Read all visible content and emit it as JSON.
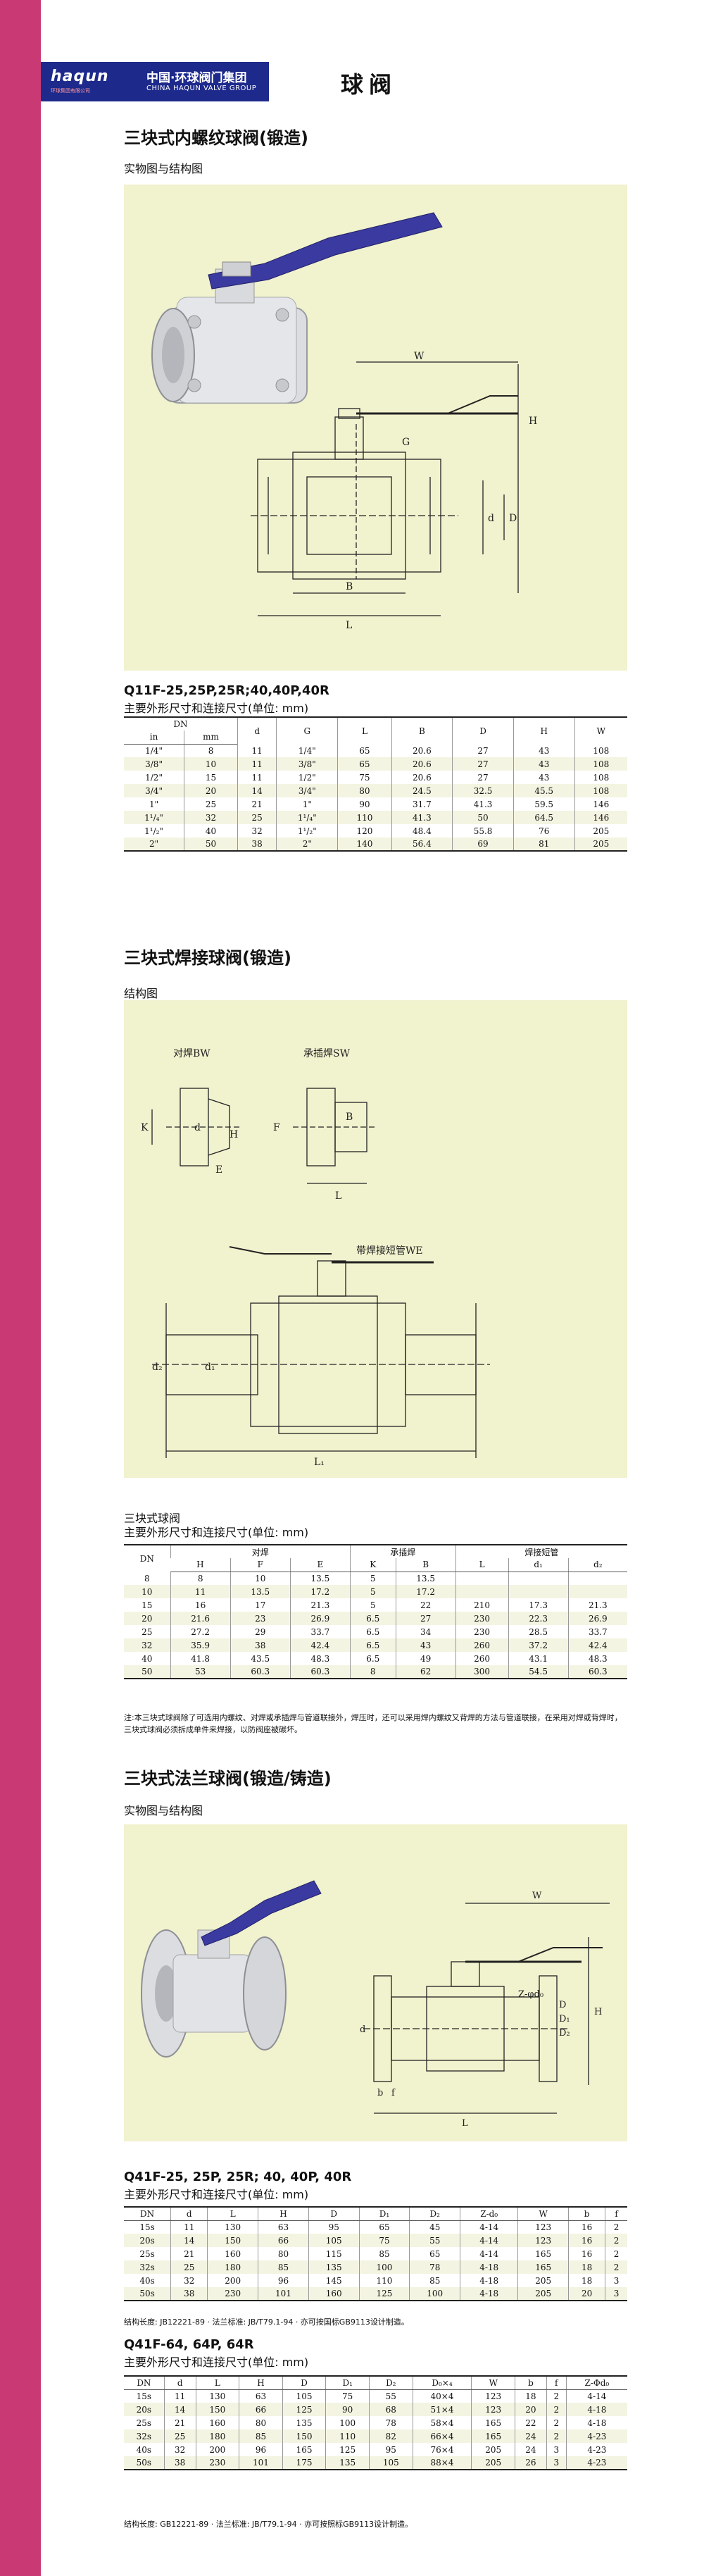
{
  "colors": {
    "sidebar": "#c93a74",
    "header": "#1d2a8c",
    "panel": "#f1f2ce",
    "handle": "#3a3aa0"
  },
  "header": {
    "logo": "haqun",
    "logo_sub": "环球集团有限公司",
    "company_cn": "中国·环球阀门集团",
    "company_en": "CHINA HAQUN VALVE GROUP",
    "title": "球阀"
  },
  "s1": {
    "title": "三块式内螺纹球阀(锻造)",
    "sub": "实物图与结构图",
    "dims": {
      "W": "W",
      "H": "H",
      "G": "G",
      "D": "D",
      "d": "d",
      "B": "B",
      "L": "L"
    },
    "model": "Q11F-25,25P,25R;40,40P,40R",
    "caption": "主要外形尺寸和连接尺寸(单位: mm)",
    "table": {
      "dn": "DN",
      "in": "in",
      "mm": "mm",
      "cols": [
        "d",
        "G",
        "L",
        "B",
        "D",
        "H",
        "W"
      ],
      "rows": [
        [
          "1/4\"",
          "8",
          "11",
          "1/4\"",
          "65",
          "20.6",
          "27",
          "43",
          "108"
        ],
        [
          "3/8\"",
          "10",
          "11",
          "3/8\"",
          "65",
          "20.6",
          "27",
          "43",
          "108"
        ],
        [
          "1/2\"",
          "15",
          "11",
          "1/2\"",
          "75",
          "20.6",
          "27",
          "43",
          "108"
        ],
        [
          "3/4\"",
          "20",
          "14",
          "3/4\"",
          "80",
          "24.5",
          "32.5",
          "45.5",
          "108"
        ],
        [
          "1\"",
          "25",
          "21",
          "1\"",
          "90",
          "31.7",
          "41.3",
          "59.5",
          "146"
        ],
        [
          "1¹/₄\"",
          "32",
          "25",
          "1¹/₄\"",
          "110",
          "41.3",
          "50",
          "64.5",
          "146"
        ],
        [
          "1¹/₂\"",
          "40",
          "32",
          "1¹/₂\"",
          "120",
          "48.4",
          "55.8",
          "76",
          "205"
        ],
        [
          "2\"",
          "50",
          "38",
          "2\"",
          "140",
          "56.4",
          "69",
          "81",
          "205"
        ]
      ]
    }
  },
  "s2": {
    "title": "三块式焊接球阀(锻造)",
    "sub": "结构图",
    "bw": "对焊BW",
    "sw": "承插焊SW",
    "pipe": "带焊接短管WE",
    "dims": {
      "K": "K",
      "d": "d",
      "E": "E",
      "H": "H",
      "F": "F",
      "B": "B",
      "L": "L",
      "d1": "d₁",
      "d2": "d₂",
      "L1": "L₁"
    },
    "name": "三块式球阀",
    "caption": "主要外形尺寸和连接尺寸(单位: mm)",
    "table": {
      "dn": "DN",
      "g1": "对焊",
      "g2": "承插焊",
      "g3": "焊接短管",
      "sub": [
        "H",
        "F",
        "E",
        "K",
        "B",
        "L",
        "d₁",
        "d₂"
      ],
      "rows": [
        [
          "8",
          "8",
          "10",
          "13.5",
          "5",
          "13.5",
          "",
          "",
          ""
        ],
        [
          "10",
          "11",
          "13.5",
          "17.2",
          "5",
          "17.2",
          "",
          "",
          ""
        ],
        [
          "15",
          "16",
          "17",
          "21.3",
          "5",
          "22",
          "210",
          "17.3",
          "21.3"
        ],
        [
          "20",
          "21.6",
          "23",
          "26.9",
          "6.5",
          "27",
          "230",
          "22.3",
          "26.9"
        ],
        [
          "25",
          "27.2",
          "29",
          "33.7",
          "6.5",
          "34",
          "230",
          "28.5",
          "33.7"
        ],
        [
          "32",
          "35.9",
          "38",
          "42.4",
          "6.5",
          "43",
          "260",
          "37.2",
          "42.4"
        ],
        [
          "40",
          "41.8",
          "43.5",
          "48.3",
          "6.5",
          "49",
          "260",
          "43.1",
          "48.3"
        ],
        [
          "50",
          "53",
          "60.3",
          "60.3",
          "8",
          "62",
          "300",
          "54.5",
          "60.3"
        ]
      ]
    },
    "note": "注:本三块式球阀除了可选用内螺纹、对焊或承插焊与管道联接外，焊压时，还可以采用焊内螺纹又背焊的方法与管道联接，在采用对焊或背焊时，三块式球阀必须拆成单件来焊接，以防阀座被碳坏。"
  },
  "s3": {
    "title": "三块式法兰球阀(锻造/铸造)",
    "sub": "实物图与结构图",
    "dims": {
      "W": "W",
      "H": "H",
      "D": "D",
      "D1": "D₁",
      "D2": "D₂",
      "d": "d",
      "b": "b",
      "f": "f",
      "L": "L",
      "n": "Z-φd₀"
    },
    "t1": {
      "model": "Q41F-25, 25P, 25R; 40, 40P, 40R",
      "caption": "主要外形尺寸和连接尺寸(单位: mm)",
      "cols": [
        "DN",
        "d",
        "L",
        "H",
        "D",
        "D₁",
        "D₂",
        "Z-d₀",
        "W",
        "b",
        "f"
      ],
      "rows": [
        [
          "15s",
          "11",
          "130",
          "63",
          "95",
          "65",
          "45",
          "4-14",
          "123",
          "16",
          "2"
        ],
        [
          "20s",
          "14",
          "150",
          "66",
          "105",
          "75",
          "55",
          "4-14",
          "123",
          "16",
          "2"
        ],
        [
          "25s",
          "21",
          "160",
          "80",
          "115",
          "85",
          "65",
          "4-14",
          "165",
          "16",
          "2"
        ],
        [
          "32s",
          "25",
          "180",
          "85",
          "135",
          "100",
          "78",
          "4-18",
          "165",
          "18",
          "2"
        ],
        [
          "40s",
          "32",
          "200",
          "96",
          "145",
          "110",
          "85",
          "4-18",
          "205",
          "18",
          "3"
        ],
        [
          "50s",
          "38",
          "230",
          "101",
          "160",
          "125",
          "100",
          "4-18",
          "205",
          "20",
          "3"
        ]
      ],
      "note": "结构长度: JB12221-89 · 法兰标准: JB/T79.1-94 · 亦可按国标GB9113设计制造。"
    },
    "t2": {
      "model": "Q41F-64, 64P, 64R",
      "caption": "主要外形尺寸和连接尺寸(单位: mm)",
      "cols": [
        "DN",
        "d",
        "L",
        "H",
        "D",
        "D₁",
        "D₂",
        "D₀×₄",
        "W",
        "b",
        "f",
        "Z-Φd₀"
      ],
      "rows": [
        [
          "15s",
          "11",
          "130",
          "63",
          "105",
          "75",
          "55",
          "40×4",
          "123",
          "18",
          "2",
          "4-14"
        ],
        [
          "20s",
          "14",
          "150",
          "66",
          "125",
          "90",
          "68",
          "51×4",
          "123",
          "20",
          "2",
          "4-18"
        ],
        [
          "25s",
          "21",
          "160",
          "80",
          "135",
          "100",
          "78",
          "58×4",
          "165",
          "22",
          "2",
          "4-18"
        ],
        [
          "32s",
          "25",
          "180",
          "85",
          "150",
          "110",
          "82",
          "66×4",
          "165",
          "24",
          "2",
          "4-23"
        ],
        [
          "40s",
          "32",
          "200",
          "96",
          "165",
          "125",
          "95",
          "76×4",
          "205",
          "24",
          "3",
          "4-23"
        ],
        [
          "50s",
          "38",
          "230",
          "101",
          "175",
          "135",
          "105",
          "88×4",
          "205",
          "26",
          "3",
          "4-23"
        ]
      ],
      "note": "结构长度: GB12221-89 · 法兰标准: JB/T79.1-94 · 亦可按照标GB9113设计制造。"
    }
  }
}
